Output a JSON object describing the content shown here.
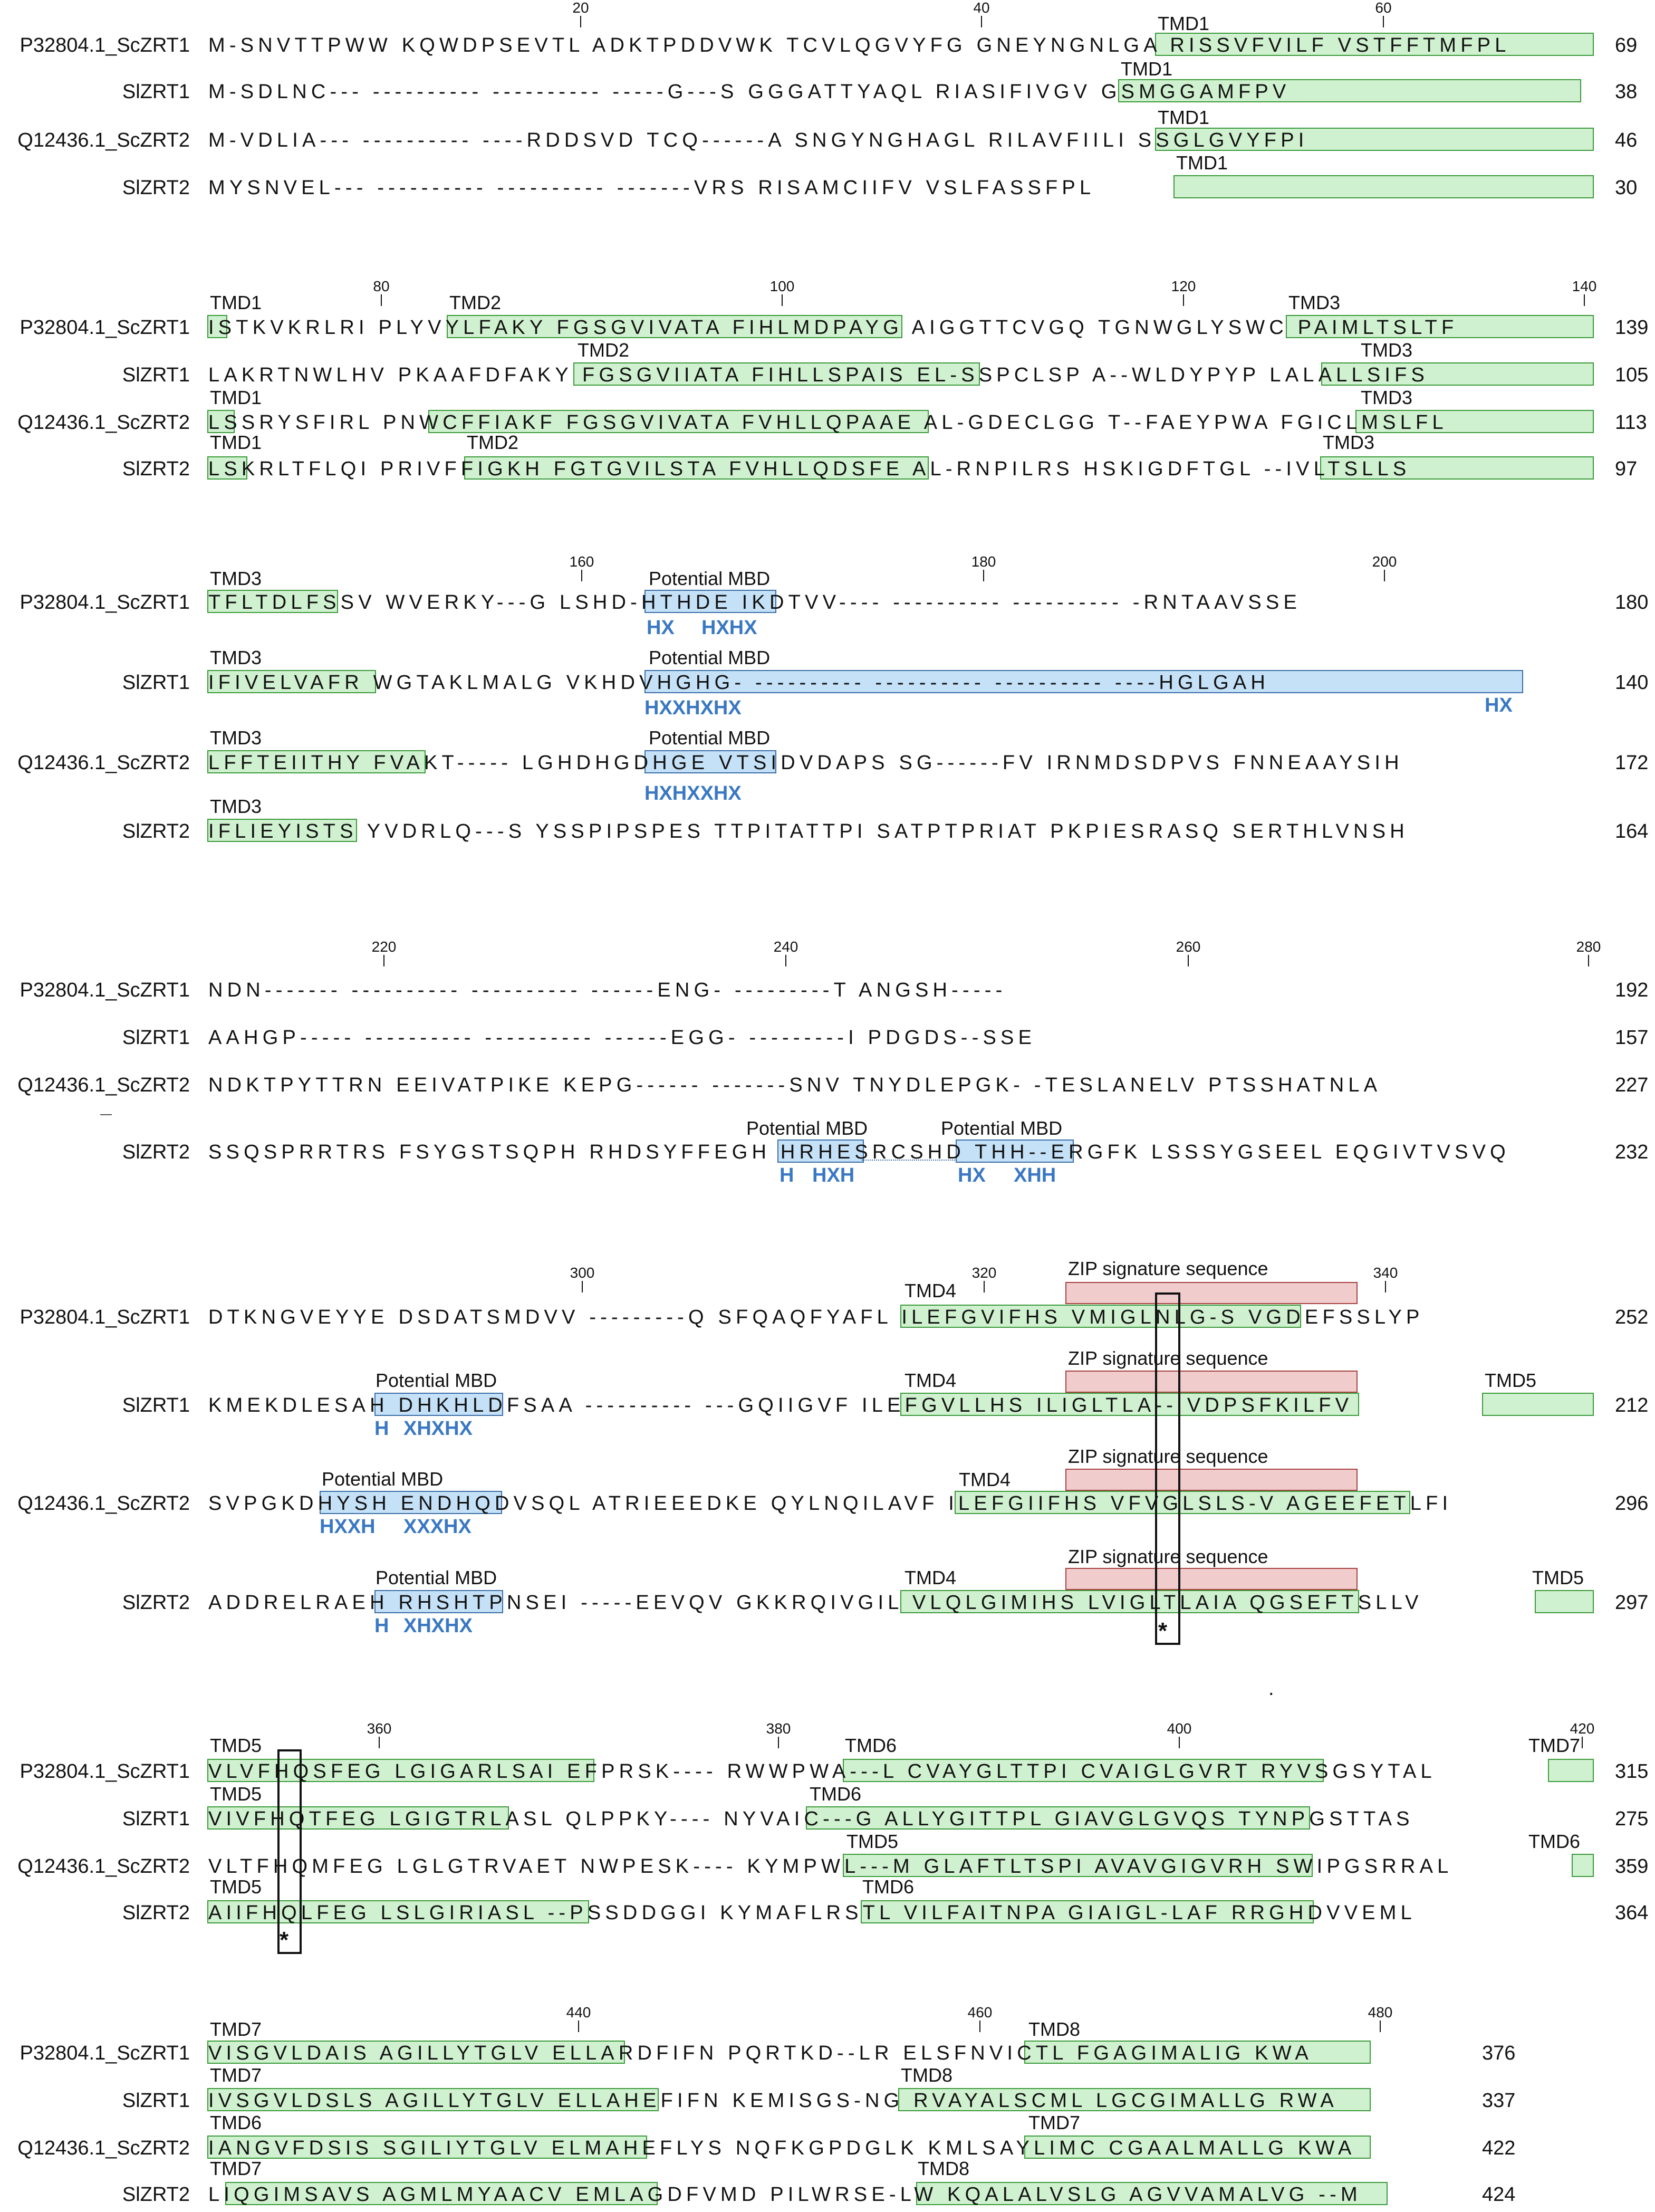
{
  "labels": {
    "sc_zrt1": "P32804.1_ScZRT1",
    "sl_zrt1": "SlZRT1",
    "sc_zrt2": "Q12436.1_ScZRT2",
    "sl_zrt2": "SlZRT2"
  },
  "colors": {
    "tmd_fill": "#c6f0c6",
    "tmd_border": "#3a9a3a",
    "mbd_fill": "#c4e0f6",
    "mbd_border": "#3a6ea8",
    "motif_text": "#3a78c3",
    "zip_fill": "#efc4c4",
    "zip_border": "#a84040"
  },
  "terms": {
    "tmd1": "TMD1",
    "tmd2": "TMD2",
    "tmd3": "TMD3",
    "tmd4": "TMD4",
    "tmd5": "TMD5",
    "tmd6": "TMD6",
    "tmd7": "TMD7",
    "tmd8": "TMD8",
    "mbd": "Potential MBD",
    "zip": "ZIP signature sequence",
    "star": "*"
  },
  "blocks": [
    {
      "ticks": [
        "20",
        "40",
        "60"
      ],
      "rows": [
        {
          "seq": "M-SNVTTPWW KQWDPSEVTL ADKTPDDVWK TCVLQGVYFG GNEYNGNLGA RISSVFVILF VSTFFTMFPL",
          "end": "69"
        },
        {
          "seq": "M-SDLNC--- ---------- ---------- -----G---S GGGATTYAQL RIASIFIVGV GSMGGAMFPV",
          "end": "38"
        },
        {
          "seq": "M-VDLIA--- ---------- ----RDDSVD TCQ------A SNGYNGHAGL RILAVFIILI SSGLGVYFPI",
          "end": "46"
        },
        {
          "seq": "MYSNVEL--- ---------- ---------- -------VRS RISAMCIIFV VSLFASSFPL",
          "end": "30"
        }
      ]
    },
    {
      "ticks": [
        "80",
        "100",
        "120",
        "140"
      ],
      "rows": [
        {
          "seq": "ISTKVKRLRI PLYVYLFAKY FGSGVIVATA FIHLMDPAYG AIGGTTCVGQ TGNWGLYSWC PAIMLTSLTF",
          "end": "139"
        },
        {
          "seq": "LAKRTNWLHV PKAAFDFAKY FGSGVIIATA FIHLLSPAIS EL-SSPCLSP A--WLDYPYP LALALLSIFS",
          "end": "105"
        },
        {
          "seq": "LSSRYSFIRL PNWCFFIAKF FGSGVIVATA FVHLLQPAAE AL-GDECLGG T--FAEYPWA FGICLMSLFL",
          "end": "113"
        },
        {
          "seq": "LSKRLTFLQI PRIVFFIGKH FGTGVILSTA FVHLLQDSFE AL-RNPILRS HSKIGDFTGL --IVLTSLLS",
          "end": "97"
        }
      ]
    },
    {
      "ticks": [
        "160",
        "180",
        "200"
      ],
      "rows": [
        {
          "seq": "TFLTDLFSSV WVERKY---G LSHD-HTHDE IKDTVV---- ---------- ---------- -RNTAAVSSE",
          "end": "180"
        },
        {
          "seq": "IFIVELVAFR WGTAKLMALG VKHDVHGHG- ---------- ---------- ---------- ----HGLGAH",
          "end": "140"
        },
        {
          "seq": "LFFTEIITHY FVAKT----- LGHDHGDHGE VTSIDVDAPS SG------FV IRNMDSDPVS FNNEAAYSIH",
          "end": "172"
        },
        {
          "seq": "IFLIEYISTS YVDRLQ---S YSSPIPSPES TTPITATTPI SATPTPRIAT PKPIESRASQ SERTHLVNSH",
          "end": "164"
        }
      ]
    },
    {
      "ticks": [
        "220",
        "240",
        "260",
        "280"
      ],
      "rows": [
        {
          "seq": "NDN------- ---------- ---------- ------ENG- ---------T ANGSH-----",
          "end": "192"
        },
        {
          "seq": "AAHGP----- ---------- ---------- ------EGG- ---------I PDGDS--SSE",
          "end": "157"
        },
        {
          "seq": "NDKTPYTTRN EEIVATPIKE KEPG------ -------SNV TNYDLEPGK- -TESLANELV PTSSHATNLA",
          "end": "227"
        },
        {
          "seq": "SSQSPRRTRS FSYGSTSQPH RHDSYFFEGH HRHESRCSHD THH--ERGFK LSSSYGSEEL EQGIVTVSVQ",
          "end": "232"
        }
      ]
    },
    {
      "ticks": [
        "300",
        "320",
        "340"
      ],
      "rows": [
        {
          "seq": "DTKNGVEYYE DSDATSMDVV ---------Q SFQAQFYAFL ILEFGVIFHS VMIGLNLG-S VGDEFSSLYP",
          "end": "252"
        },
        {
          "seq": "KMEKDLESAH DHKHLDFSAA ---------- ---GQIIGVF ILEFGVLLHS ILIGLTLA-- VDPSFKILFV",
          "end": "212"
        },
        {
          "seq": "SVPGKDHYSH ENDHQDVSQL ATRIEEEDKE QYLNQILAVF ILEFGIIFHS VFVGLSLS-V AGEEFETLFI",
          "end": "296"
        },
        {
          "seq": "ADDRELRAEH RHSHTPNSEI -----EEVQV GKKRQIVGIL VLQLGIMIHS LVIGLTLAIA QGSEFTSLLV",
          "end": "297"
        }
      ]
    },
    {
      "ticks": [
        "360",
        "380",
        "400",
        "420"
      ],
      "rows": [
        {
          "seq": "VLVFHQSFEG LGIGARLSAI EFPRSK---- RWWPWA---L CVAYGLTTPI CVAIGLGVRT RYVSGSYTAL",
          "end": "315"
        },
        {
          "seq": "VIVFHQTFEG LGIGTRLASL QLPPKY---- NYVAIC---G ALLYGITTPL GIAVGLGVQS TYNPGSTTAS",
          "end": "275"
        },
        {
          "seq": "VLTFHQMFEG LGLGTRVAET NWPESK---- KYMPWL---M GLAFTLTSPI AVAVGIGVRH SWIPGSRRAL",
          "end": "359"
        },
        {
          "seq": "AIIFHQLFEG LSLGIRIASL --PSSDDGGI KYMAFLRSTL VILFAITNPA GIAIGL-LAF RRGHDVVEML",
          "end": "364"
        }
      ]
    },
    {
      "ticks": [
        "440",
        "460",
        "480"
      ],
      "rows": [
        {
          "seq": "VISGVLDAIS AGILLYTGLV ELLARDFIFN PQRTKD--LR ELSFNVICTL FGAGIMALIG KWA",
          "end": "376"
        },
        {
          "seq": "IVSGVLDSLS AGILLYTGLV ELLAHEFIFN KEMISGS-NG RVAYALSCML LGCGIMALLG RWA",
          "end": "337"
        },
        {
          "seq": "IANGVFDSIS SGILIYTGLV ELMAHEFLYS NQFKGPDGLK KMLSAYLIMC CGAALMALLG KWA",
          "end": "422"
        },
        {
          "seq": "LIQGIMSAVS AGMLMYAACV EMLAGDFVMD PILWRSE-LW KQALALVSLG AGVVAMALVG --M",
          "end": "424"
        }
      ]
    }
  ],
  "motifs": {
    "b3_r1": [
      "HX",
      "HXHX"
    ],
    "b3_r2": [
      "HXXHXHX",
      "HX"
    ],
    "b3_r3": [
      "HXHXXHX"
    ],
    "b4_r4": [
      "H",
      "HXH",
      "HX",
      "XHH"
    ],
    "b5_r2": [
      "H",
      "XHXHX"
    ],
    "b5_r3": [
      "HXXH",
      "XXXHX"
    ],
    "b5_r4": [
      "H",
      "XHXHX"
    ]
  },
  "stray_mark": "."
}
